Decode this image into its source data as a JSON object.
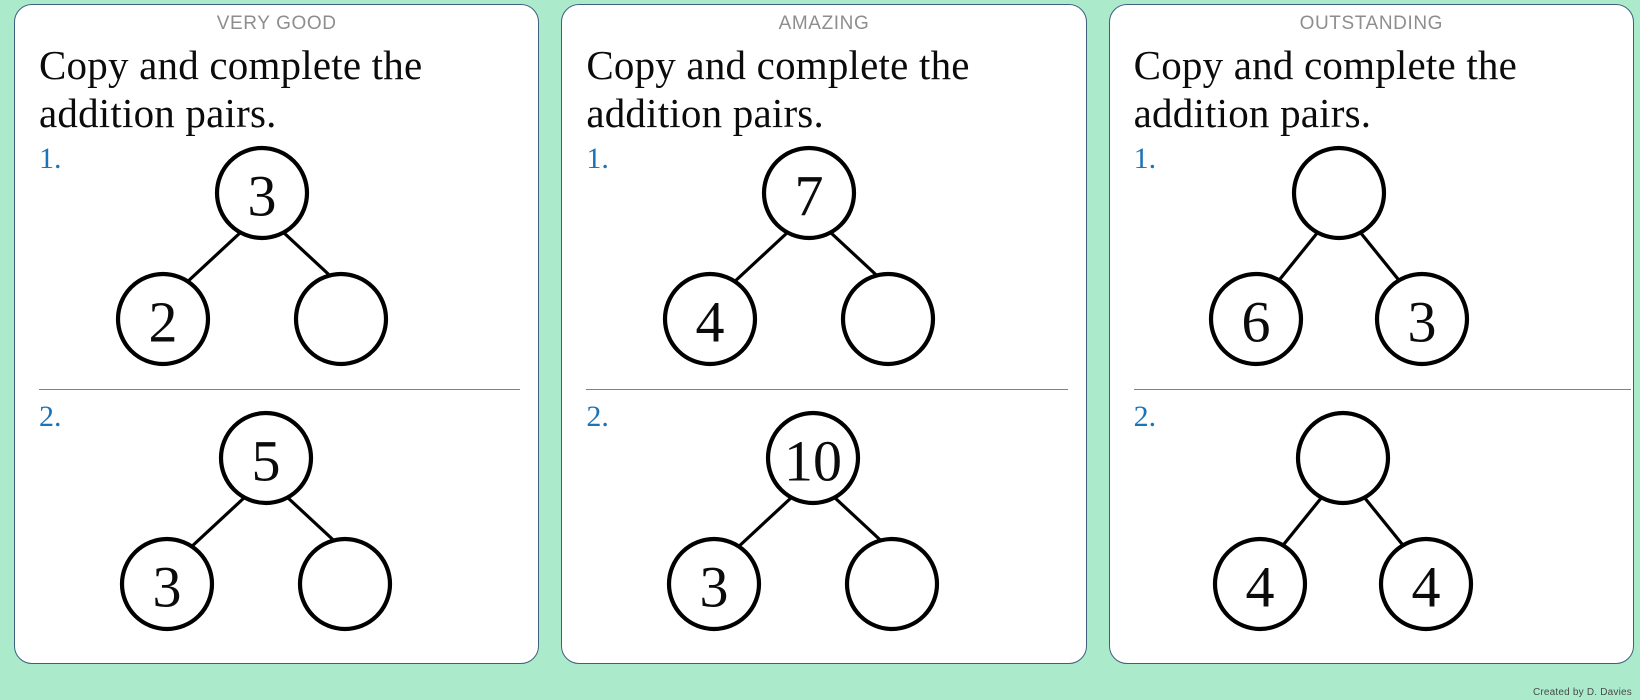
{
  "colors": {
    "background": "#ABEBCB",
    "card_background": "#FFFFFF",
    "card_border": "#3E5F7E",
    "label_text": "#8E8E8E",
    "question_number": "#1B74B8",
    "divider": "#4A90C4",
    "circle_stroke": "#000000",
    "title_text": "#0B0B0B"
  },
  "credit": "Created by D. Davies",
  "cards": [
    {
      "label": "VERY GOOD",
      "title": "Copy and complete the addition pairs.",
      "questions": [
        {
          "number": "1.",
          "bond": {
            "whole": "3",
            "part_left": "2",
            "part_right": ""
          }
        },
        {
          "number": "2.",
          "bond": {
            "whole": "5",
            "part_left": "3",
            "part_right": ""
          }
        }
      ]
    },
    {
      "label": "AMAZING",
      "title": "Copy and complete the addition pairs.",
      "questions": [
        {
          "number": "1.",
          "bond": {
            "whole": "7",
            "part_left": "4",
            "part_right": ""
          }
        },
        {
          "number": "2.",
          "bond": {
            "whole": "10",
            "part_left": "3",
            "part_right": ""
          }
        }
      ]
    },
    {
      "label": "OUTSTANDING",
      "title": "Copy and complete the addition pairs.",
      "questions": [
        {
          "number": "1.",
          "bond": {
            "whole": "",
            "part_left": "6",
            "part_right": "3"
          }
        },
        {
          "number": "2.",
          "bond": {
            "whole": "",
            "part_left": "4",
            "part_right": "4"
          }
        }
      ]
    }
  ]
}
